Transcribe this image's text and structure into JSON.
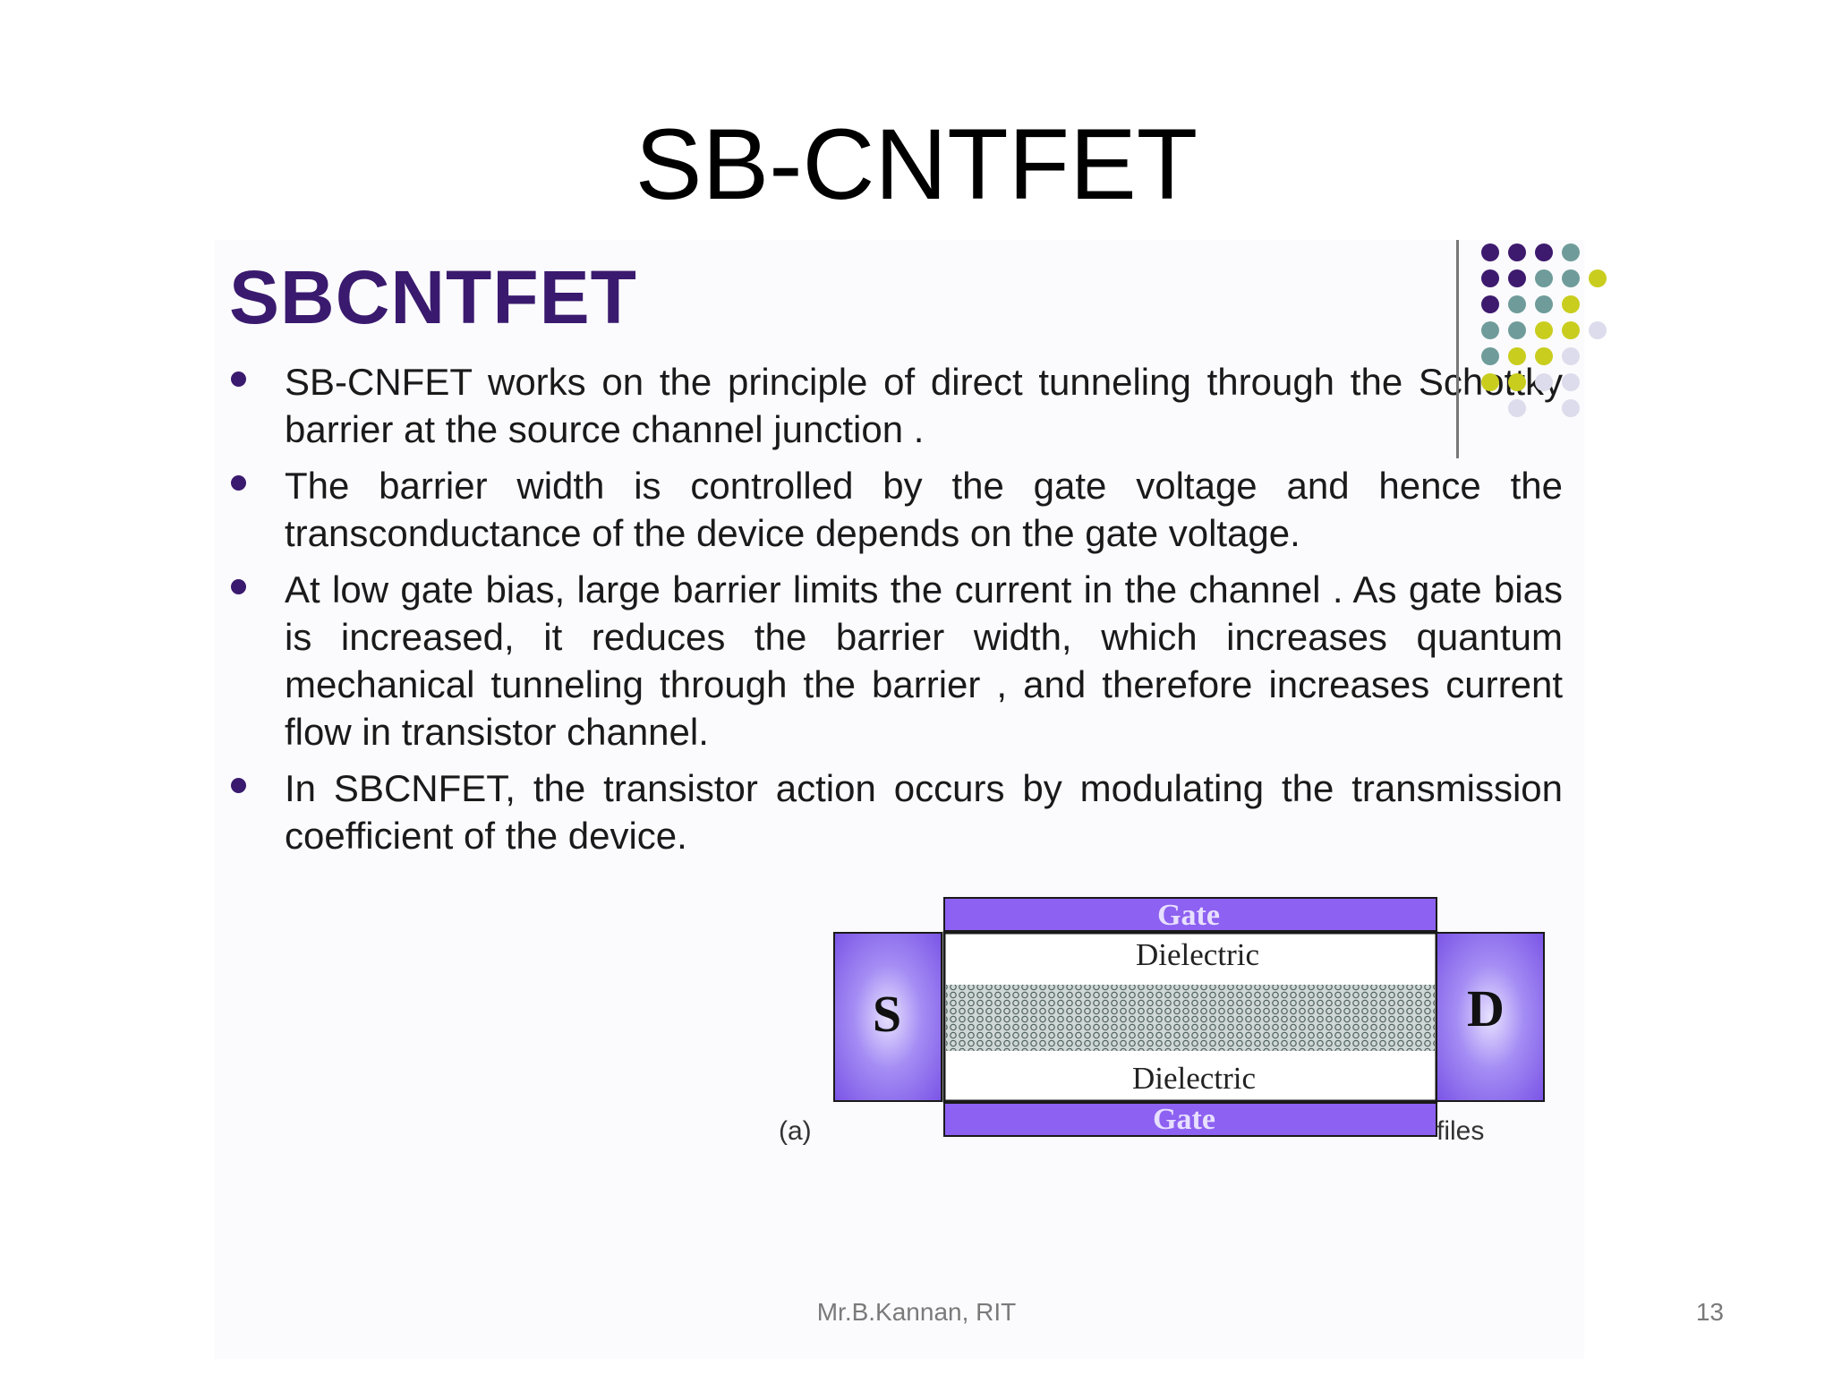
{
  "slide": {
    "title": "SB-CNTFET",
    "footer": "Mr.B.Kannan, RIT",
    "page_number": "13"
  },
  "embedded_image": {
    "heading": "SBCNTFET",
    "bullets": [
      "SB-CNFET works on the principle of direct tunneling through the Schottky barrier at the source channel junction .",
      "The barrier width is controlled by the gate voltage and hence the transconductance of the device depends on the gate voltage.",
      "At low gate bias, large barrier limits the current in the channel . As gate bias is increased, it reduces the barrier width, which increases quantum mechanical tunneling through the barrier , and therefore increases current flow in transistor channel.",
      "In SBCNFET, the transistor action occurs by modulating the transmission coefficient of the device."
    ],
    "figure": {
      "gate_top": "Gate",
      "dielectric_top": "Dielectric",
      "source": "S",
      "drain": "D",
      "dielectric_bottom": "Dielectric",
      "gate_bottom": "Gate",
      "caption_left": "(a)",
      "caption_right": "files"
    }
  },
  "decor": {
    "dot_colors": [
      "#3d1a6e",
      "#6f9c9a",
      "#c9cd1e",
      "#dcdcec"
    ]
  }
}
